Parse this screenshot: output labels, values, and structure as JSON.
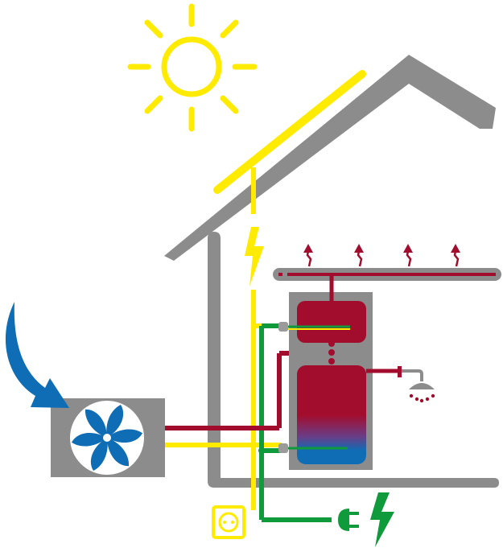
{
  "diagram": {
    "colors": {
      "sun": "#ffeb00",
      "house": "#8c8c8c",
      "hot": "#a30d2d",
      "cold": "#0f6db5",
      "grid": "#0f9a3c",
      "background": "#ffffff"
    },
    "icons": [
      "sun-icon",
      "solar-panel",
      "house-roof",
      "house-wall",
      "lightning-icon",
      "heat-pump-outdoor-unit",
      "fan-icon",
      "ambient-air-arrow",
      "heating-manifold",
      "heat-rise-arrow",
      "buffer-tank",
      "hot-water-tank",
      "shower-icon",
      "power-socket-icon",
      "power-plug-icon",
      "grid-lightning-icon"
    ]
  }
}
